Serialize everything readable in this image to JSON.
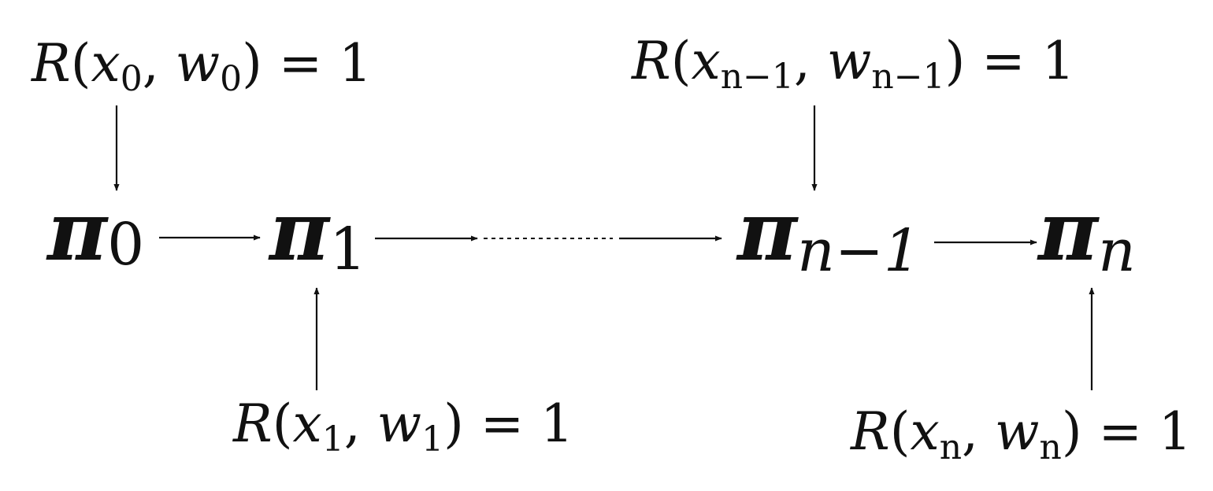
{
  "diagram": {
    "nodes": [
      {
        "id": "pi0",
        "symbol": "π",
        "subscript": "0"
      },
      {
        "id": "pi1",
        "symbol": "π",
        "subscript": "1"
      },
      {
        "id": "pin1",
        "symbol": "π",
        "subscript": "n−1"
      },
      {
        "id": "pin",
        "symbol": "π",
        "subscript": "n"
      }
    ],
    "relations": [
      {
        "id": "r0",
        "fn": "R",
        "x_var": "x",
        "x_sub": "0",
        "w_var": "w",
        "w_sub": "0",
        "equals": "= 1"
      },
      {
        "id": "r1",
        "fn": "R",
        "x_var": "x",
        "x_sub": "1",
        "w_var": "w",
        "w_sub": "1",
        "equals": "= 1"
      },
      {
        "id": "rn1",
        "fn": "R",
        "x_var": "x",
        "x_sub": "n−1",
        "w_var": "w",
        "w_sub": "n−1",
        "equals": "= 1"
      },
      {
        "id": "rn",
        "fn": "R",
        "x_var": "x",
        "x_sub": "n",
        "w_var": "w",
        "w_sub": "n",
        "equals": "= 1"
      }
    ]
  }
}
